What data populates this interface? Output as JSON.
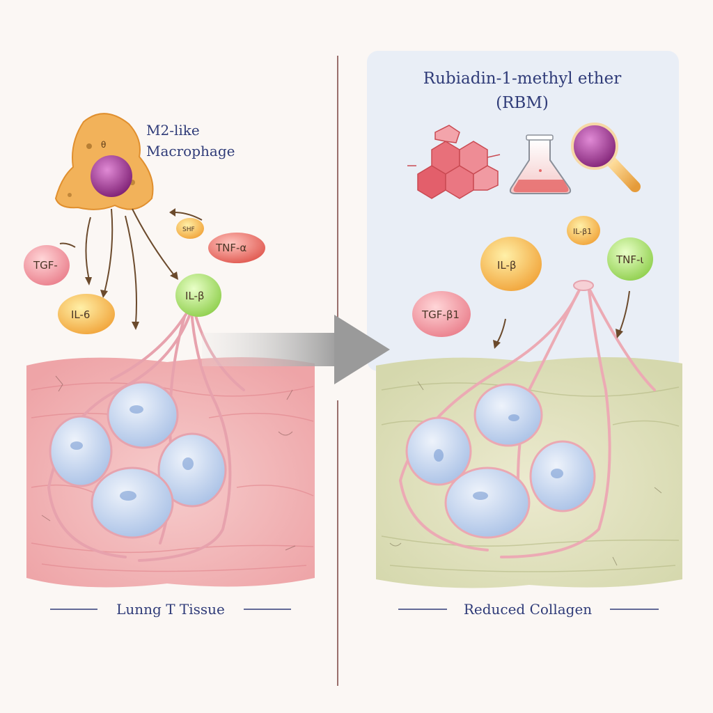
{
  "left_panel": {
    "macrophage_label_line1": "M2-like",
    "macrophage_label_line2": "Macrophage",
    "cytokines": {
      "tgf": "TGF-",
      "il6": "IL-6",
      "il_beta": "IL-β",
      "tnf_alpha": "TNF-α",
      "small": "SHF"
    },
    "footer_label": "Lunng  T Tissue"
  },
  "right_panel": {
    "title_line1": "Rubiadin-1-methyl ether",
    "title_line2": "(RBM)",
    "cytokines": {
      "il_b1": "IL-β1",
      "il_beta": "IL-β",
      "tnf": "TNF-ι",
      "tgf_b1": "TGF-β1"
    },
    "footer_label": "Reduced Collagen"
  },
  "colors": {
    "background": "#fbf7f4",
    "right_panel_bg": "#e9eef6",
    "divider": "#9a6f6c",
    "label_text": "#2f3b78",
    "arrow": "#6b4a2c",
    "macrophage_body": "#f2b25a",
    "nucleus": "#8a2a7e",
    "tissue_inflamed": "#f1b7b4",
    "tissue_resolved": "#dfe0bd",
    "alveolus": "#bcd0ee"
  }
}
